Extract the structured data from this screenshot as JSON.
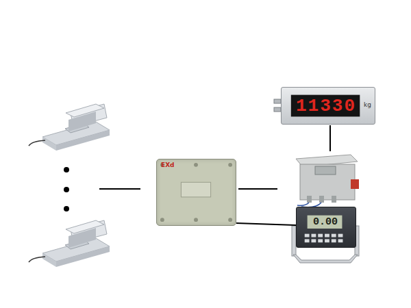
{
  "diagram": {
    "nodes": [
      {
        "text": [
          "EXd"
        ]
      },
      {
        "text": [
          "11330",
          "kg"
        ]
      },
      {
        "text": [
          "0.00"
        ]
      }
    ],
    "edges": [
      {
        "from": 0,
        "to": 2,
        "arrow": "none"
      }
    ]
  }
}
